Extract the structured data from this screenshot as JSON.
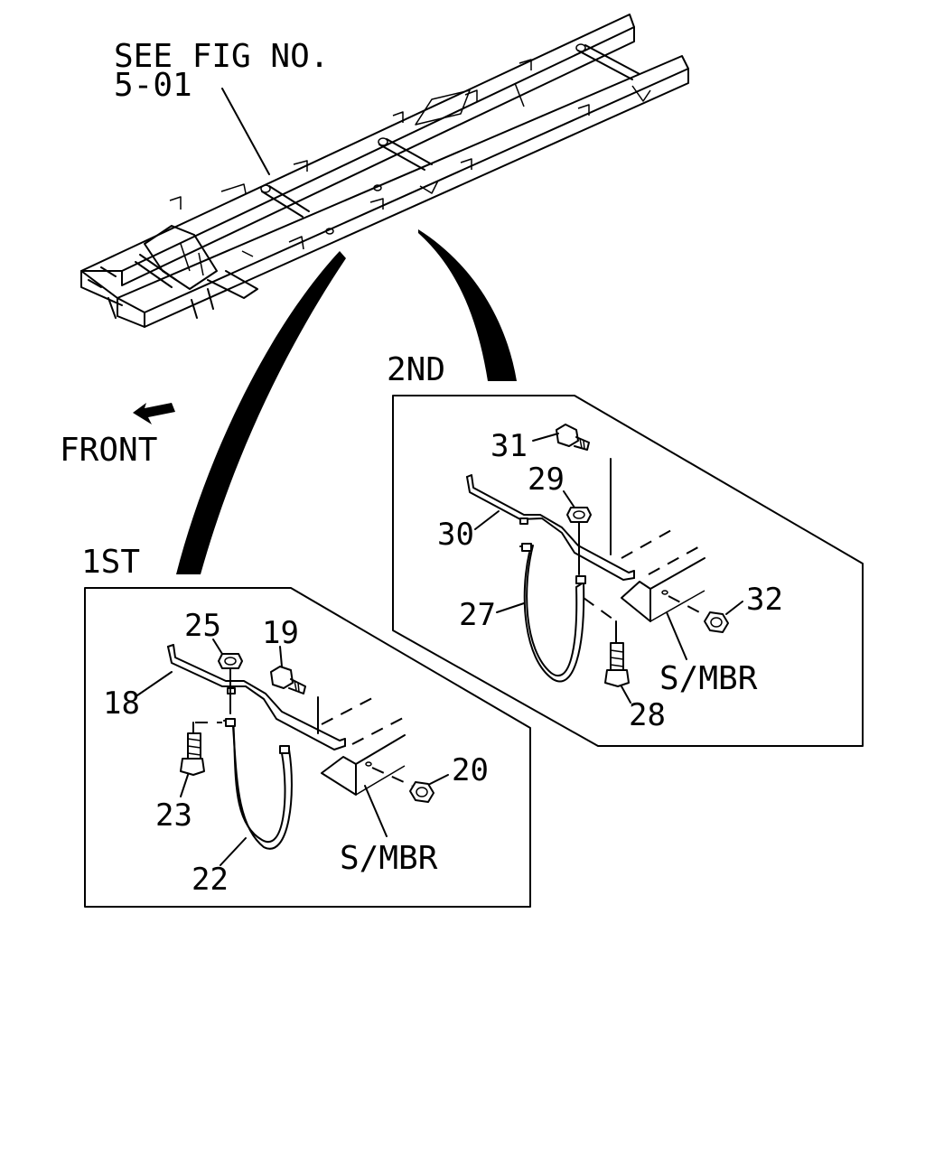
{
  "reference": {
    "line1": "SEE FIG NO.",
    "line2": "5-01"
  },
  "direction": {
    "label": "FRONT",
    "icon": "front-arrow-icon"
  },
  "first": {
    "title": "1ST",
    "member_label": "S/MBR",
    "callouts": {
      "p18": "18",
      "p19": "19",
      "p20": "20",
      "p22": "22",
      "p23": "23",
      "p25": "25"
    }
  },
  "second": {
    "title": "2ND",
    "member_label": "S/MBR",
    "callouts": {
      "p27": "27",
      "p28": "28",
      "p29": "29",
      "p30": "30",
      "p31": "31",
      "p32": "32"
    }
  }
}
